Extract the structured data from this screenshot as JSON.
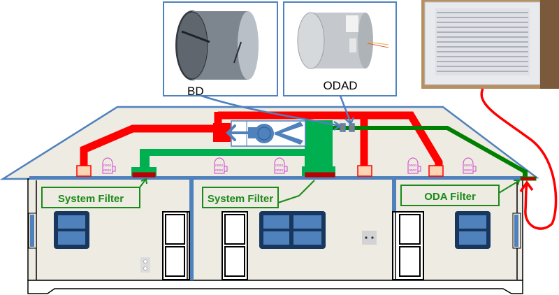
{
  "title": "Ventilation system diagram with balancing and outdoor-air dampers",
  "callouts": {
    "bd": {
      "label": "BD",
      "description": "Barometric damper photo"
    },
    "odad": {
      "label": "ODAD",
      "description": "Outdoor air damper photo"
    },
    "grille": {
      "description": "Outdoor air intake grille photo"
    }
  },
  "filter_labels": [
    {
      "text": "System Filter"
    },
    {
      "text": "System Filter"
    },
    {
      "text": "ODA Filter"
    }
  ],
  "colors": {
    "supply_duct": "#ff0000",
    "return_duct": "#00b050",
    "outdoor_air_duct": "#008000",
    "outline_blue": "#4f81bd",
    "window_frame": "#17375e",
    "window_pane": "#4f81bd",
    "wall": "#eeebe2",
    "attic": "#eeebe2",
    "filter": "#c00000",
    "register": "#fcd5b4",
    "label_text": "#1a8a1a",
    "light_fixture": "#cc44cc"
  },
  "legend": {
    "icons": [
      "fan-icon",
      "left-arrow-icon",
      "damper-icon",
      "light-fixture-icon",
      "outlet-icon",
      "light-switch-icon"
    ]
  }
}
